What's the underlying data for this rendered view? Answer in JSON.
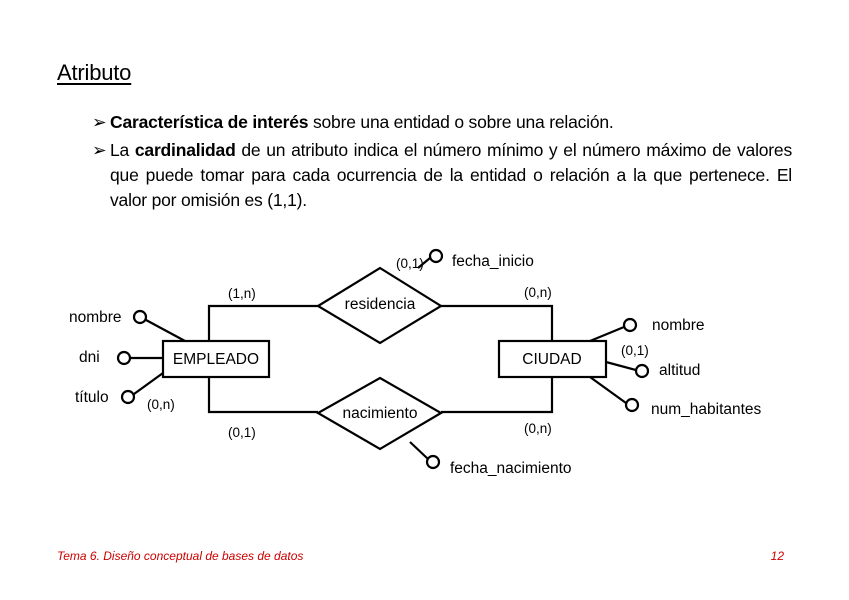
{
  "title": "Atributo",
  "bullets": [
    {
      "bold": "Característica de interés",
      "text": " sobre una entidad o sobre una relación."
    },
    {
      "prefix": "La ",
      "bold": "cardinalidad",
      "text": " de un atributo indica el número mínimo y el número máximo de valores que puede tomar para cada ocurrencia de la entidad o relación a la que pertenece. El valor por omisión es (1,1)."
    }
  ],
  "diagram": {
    "entities": {
      "empleado": "EMPLEADO",
      "ciudad": "CIUDAD"
    },
    "relationships": {
      "residencia": "residencia",
      "nacimiento": "nacimiento"
    },
    "attributes": {
      "empleado_nombre": "nombre",
      "empleado_dni": "dni",
      "empleado_titulo": "título",
      "ciudad_nombre": "nombre",
      "ciudad_altitud": "altitud",
      "ciudad_num_habitantes": "num_habitantes",
      "fecha_inicio": "fecha_inicio",
      "fecha_nacimiento": "fecha_nacimiento"
    },
    "cardinalities": {
      "residencia_empleado": "(1,n)",
      "residencia_ciudad": "(0,n)",
      "fecha_inicio": "(0,1)",
      "titulo": "(0,n)",
      "altitud": "(0,1)",
      "nacimiento_empleado": "(0,1)",
      "nacimiento_ciudad": "(0,n)"
    }
  },
  "footer": {
    "left": "Tema 6. Diseño conceptual de bases de datos",
    "right": "12"
  }
}
